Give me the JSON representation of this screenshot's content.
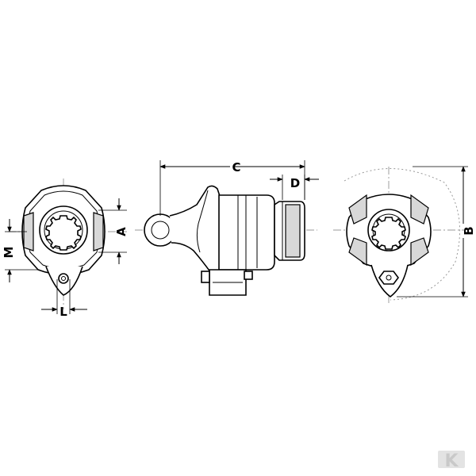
{
  "dimensions": {
    "A": "A",
    "B": "B",
    "C": "C",
    "D": "D",
    "L": "L",
    "M": "M"
  },
  "logo": {
    "text": "K"
  }
}
